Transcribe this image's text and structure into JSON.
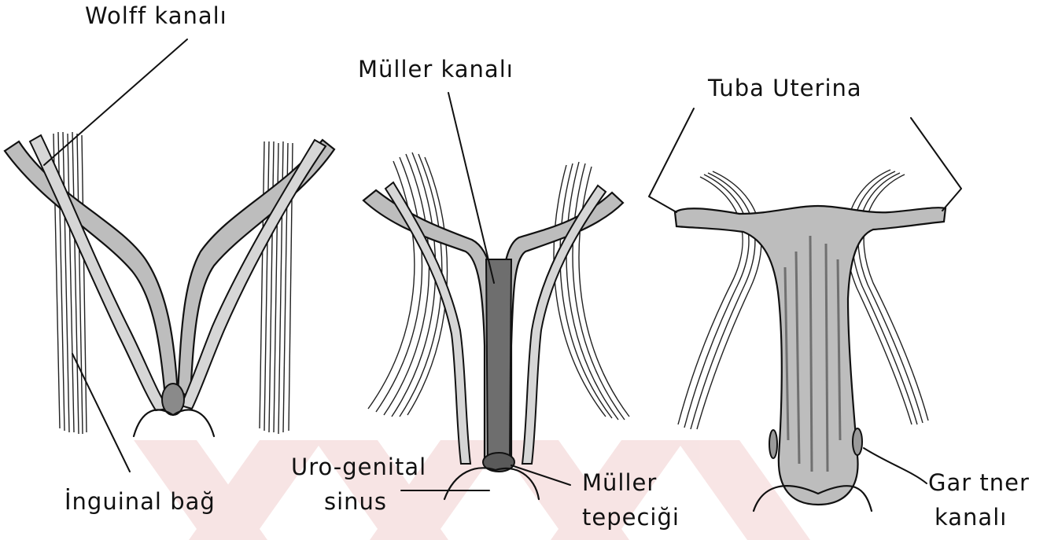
{
  "labels": {
    "wolff_kanali": "Wolff kanalı",
    "muller_kanali": "Müller kanalı",
    "tuba_uterina": "Tuba Uterina",
    "inguinal_bag": "İnguinal bağ",
    "uro_genital_line1": "Uro-genital",
    "uro_genital_line2": "sinus",
    "muller_tepecigi_line1": "Müller",
    "muller_tepecigi_line2": "tepeciği",
    "gartner_line1": "Gar tner",
    "gartner_line2": "kanalı"
  },
  "colors": {
    "ink": "#111111",
    "duct_fill": "#bdbdbd",
    "watermark": "#f3d6d6"
  }
}
